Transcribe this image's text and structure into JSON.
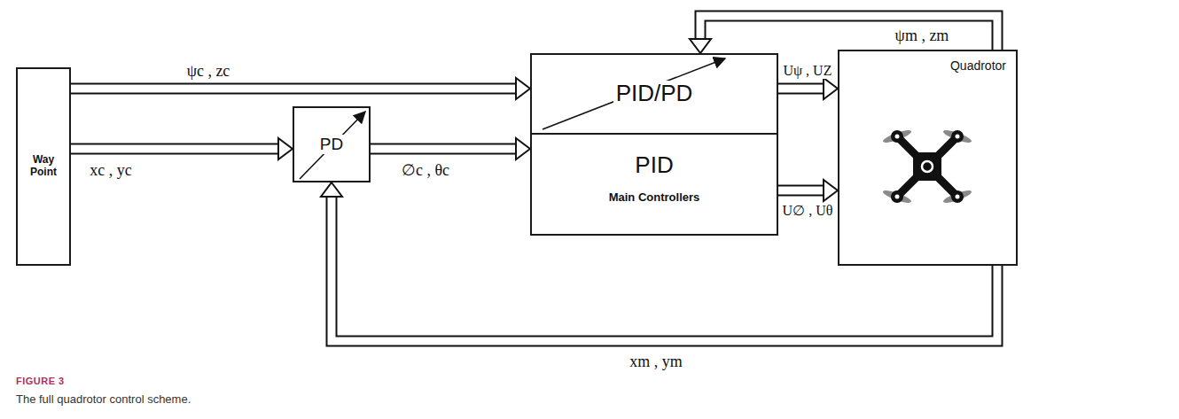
{
  "diagram": {
    "caption": "The full quadrotor control scheme.",
    "nodes": [
      {
        "text": [
          "Way Point"
        ]
      },
      {
        "text": [
          "PD"
        ]
      },
      {
        "text": [
          "PID/PD"
        ]
      },
      {
        "text": [
          "PID",
          "Main Controllers"
        ]
      },
      {
        "text": [
          "Quadrotor"
        ]
      }
    ],
    "edges": [
      {
        "from": 0,
        "to": 2,
        "arrow": "to",
        "label": "ψc , zc"
      },
      {
        "from": 0,
        "to": 1,
        "arrow": "to",
        "label": "xc , yc"
      },
      {
        "from": 1,
        "to": 3,
        "arrow": "to",
        "label": "∅c , θc"
      },
      {
        "from": 2,
        "to": 4,
        "arrow": "to",
        "label": "Uψ , UZ"
      },
      {
        "from": 3,
        "to": 4,
        "arrow": "to",
        "label": "U∅ , Uθ"
      },
      {
        "from": 4,
        "to": 2,
        "arrow": "to",
        "label": "ψm , zm"
      },
      {
        "from": 4,
        "to": 1,
        "arrow": "to",
        "label": "xm , ym"
      }
    ],
    "labels": [
      "FIGURE 3"
    ]
  }
}
